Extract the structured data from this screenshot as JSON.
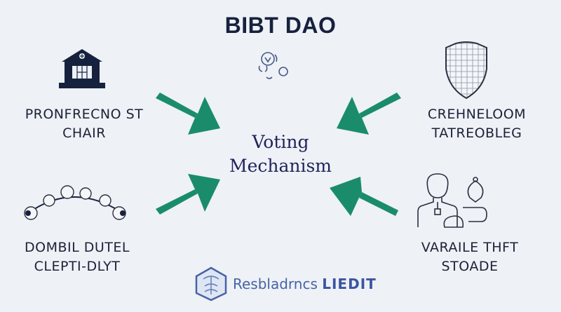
{
  "title": "BIBT DAO",
  "center": {
    "line1": "Voting",
    "line2": "Mechanism"
  },
  "nodes": [
    {
      "id": "top-left",
      "icon": "bank-building-icon",
      "line1": "PRONFRECNO ST",
      "line2": "CHAIR"
    },
    {
      "id": "top-right",
      "icon": "shield-icon",
      "line1": "CREHNELOOM",
      "line2": "TATREOBLEG"
    },
    {
      "id": "bottom-left",
      "icon": "network-arc-icon",
      "line1": "DOMBIL DUTEL",
      "line2": "CLEPTI-DLYT"
    },
    {
      "id": "bottom-right",
      "icon": "person-service-icon",
      "line1": "VARAILE THFT",
      "line2": "STOADE"
    }
  ],
  "footer": {
    "icon": "hexagon-logo-icon",
    "brand": "Resbladrncs",
    "suffix": "LIEDIT"
  },
  "colors": {
    "arrow": "#1a8c6c",
    "title": "#16213d",
    "center_text": "#1f2358",
    "footer_text": "#4763a6",
    "background": "#eef1f6"
  }
}
